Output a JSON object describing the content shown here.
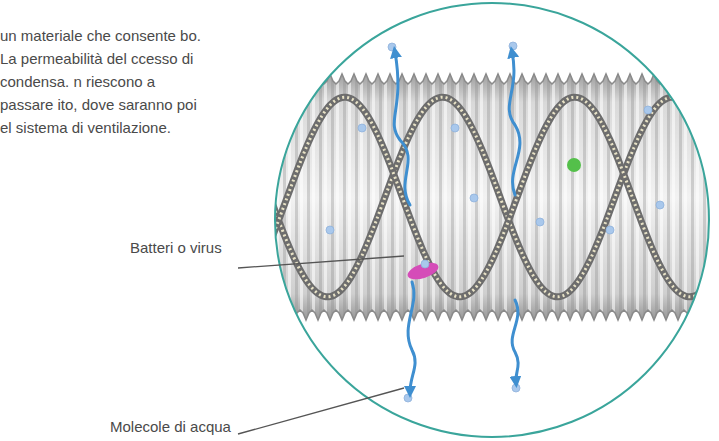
{
  "diagram": {
    "labels": [
      "un materiale che consente bo. La permeabilità del ccesso di condensa. n riescono a passare ito, dove saranno poi el sistema di ventilazione.",
      "Batteri o virus",
      "Molecole di acqua"
    ]
  }
}
